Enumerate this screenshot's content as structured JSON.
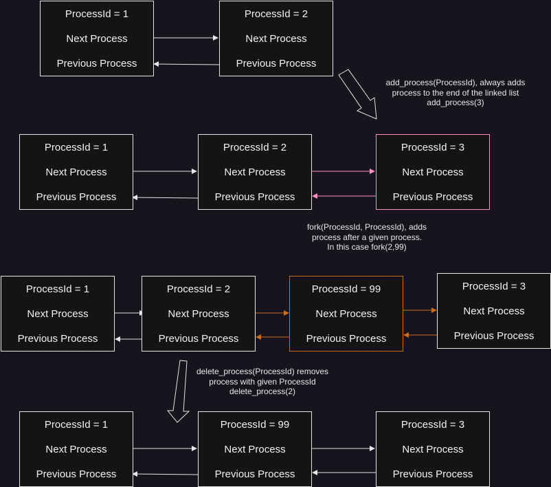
{
  "labels": {
    "pid1": "ProcessId = 1",
    "pid2": "ProcessId = 2",
    "pid3": "ProcessId = 3",
    "pid99": "ProcessId = 99",
    "next": "Next Process",
    "prev": "Previous Process"
  },
  "notes": {
    "add": [
      "add_process(ProcessId), always adds",
      "process to the end of the linked list",
      "add_process(3)"
    ],
    "fork": [
      "fork(ProcessId, ProcessId), adds",
      "process after a given process.",
      "In this case fork(2,99)"
    ],
    "del": [
      "delete_process(ProcessId) removes",
      "process with given ProcessId",
      "delete_process(2)"
    ]
  },
  "colors": {
    "background": "#18141d",
    "node_fill": "#141414",
    "default": "#e6e6e6",
    "pink": "#ff8fc4",
    "orange": "#c96b1a"
  }
}
